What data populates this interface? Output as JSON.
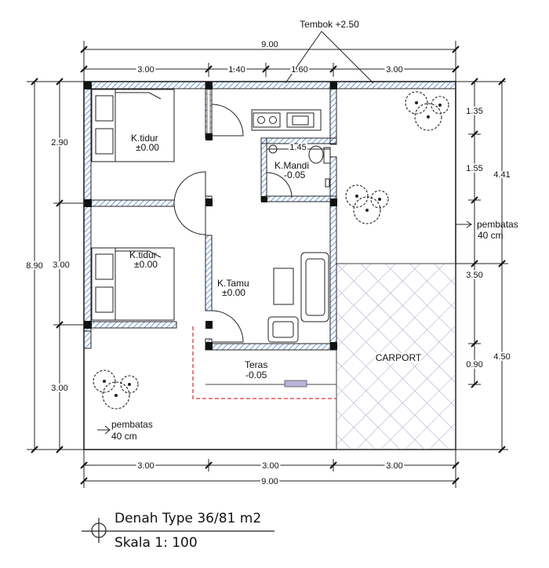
{
  "annotations": {
    "wall_note": "Tembok +2.50",
    "fence_right": "pembatas",
    "fence_right_size": "40 cm",
    "fence_left": "pembatas",
    "fence_left_size": "40 cm"
  },
  "rooms": {
    "bedroom1": {
      "name": "K.tidur",
      "level": "±0.00"
    },
    "bedroom2": {
      "name": "K.tidur",
      "level": "±0.00"
    },
    "bathroom": {
      "name": "K.Mandi",
      "level": "-0.05"
    },
    "living": {
      "name": "K.Tamu",
      "level": "±0.00"
    },
    "terrace": {
      "name": "Teras",
      "level": "-0.05"
    },
    "carport": {
      "name": "CARPORT"
    }
  },
  "dimensions": {
    "top_total": "9.00",
    "top_segments": [
      "3.00",
      "1.40",
      "1.60",
      "3.00"
    ],
    "bottom_segments": [
      "3.00",
      "3.00",
      "3.00"
    ],
    "bottom_total": "9.00",
    "left_total": "8.90",
    "left_segments": [
      "2.90",
      "3.00",
      "3.00"
    ],
    "right_segments": [
      "1.35",
      "1.55",
      "3.50",
      "0.90"
    ],
    "right_totals": [
      "4.41",
      "4.50"
    ],
    "bath_width": "1.45"
  },
  "title": {
    "name": "Denah Type 36/81 m2",
    "scale": "Skala 1: 100"
  }
}
